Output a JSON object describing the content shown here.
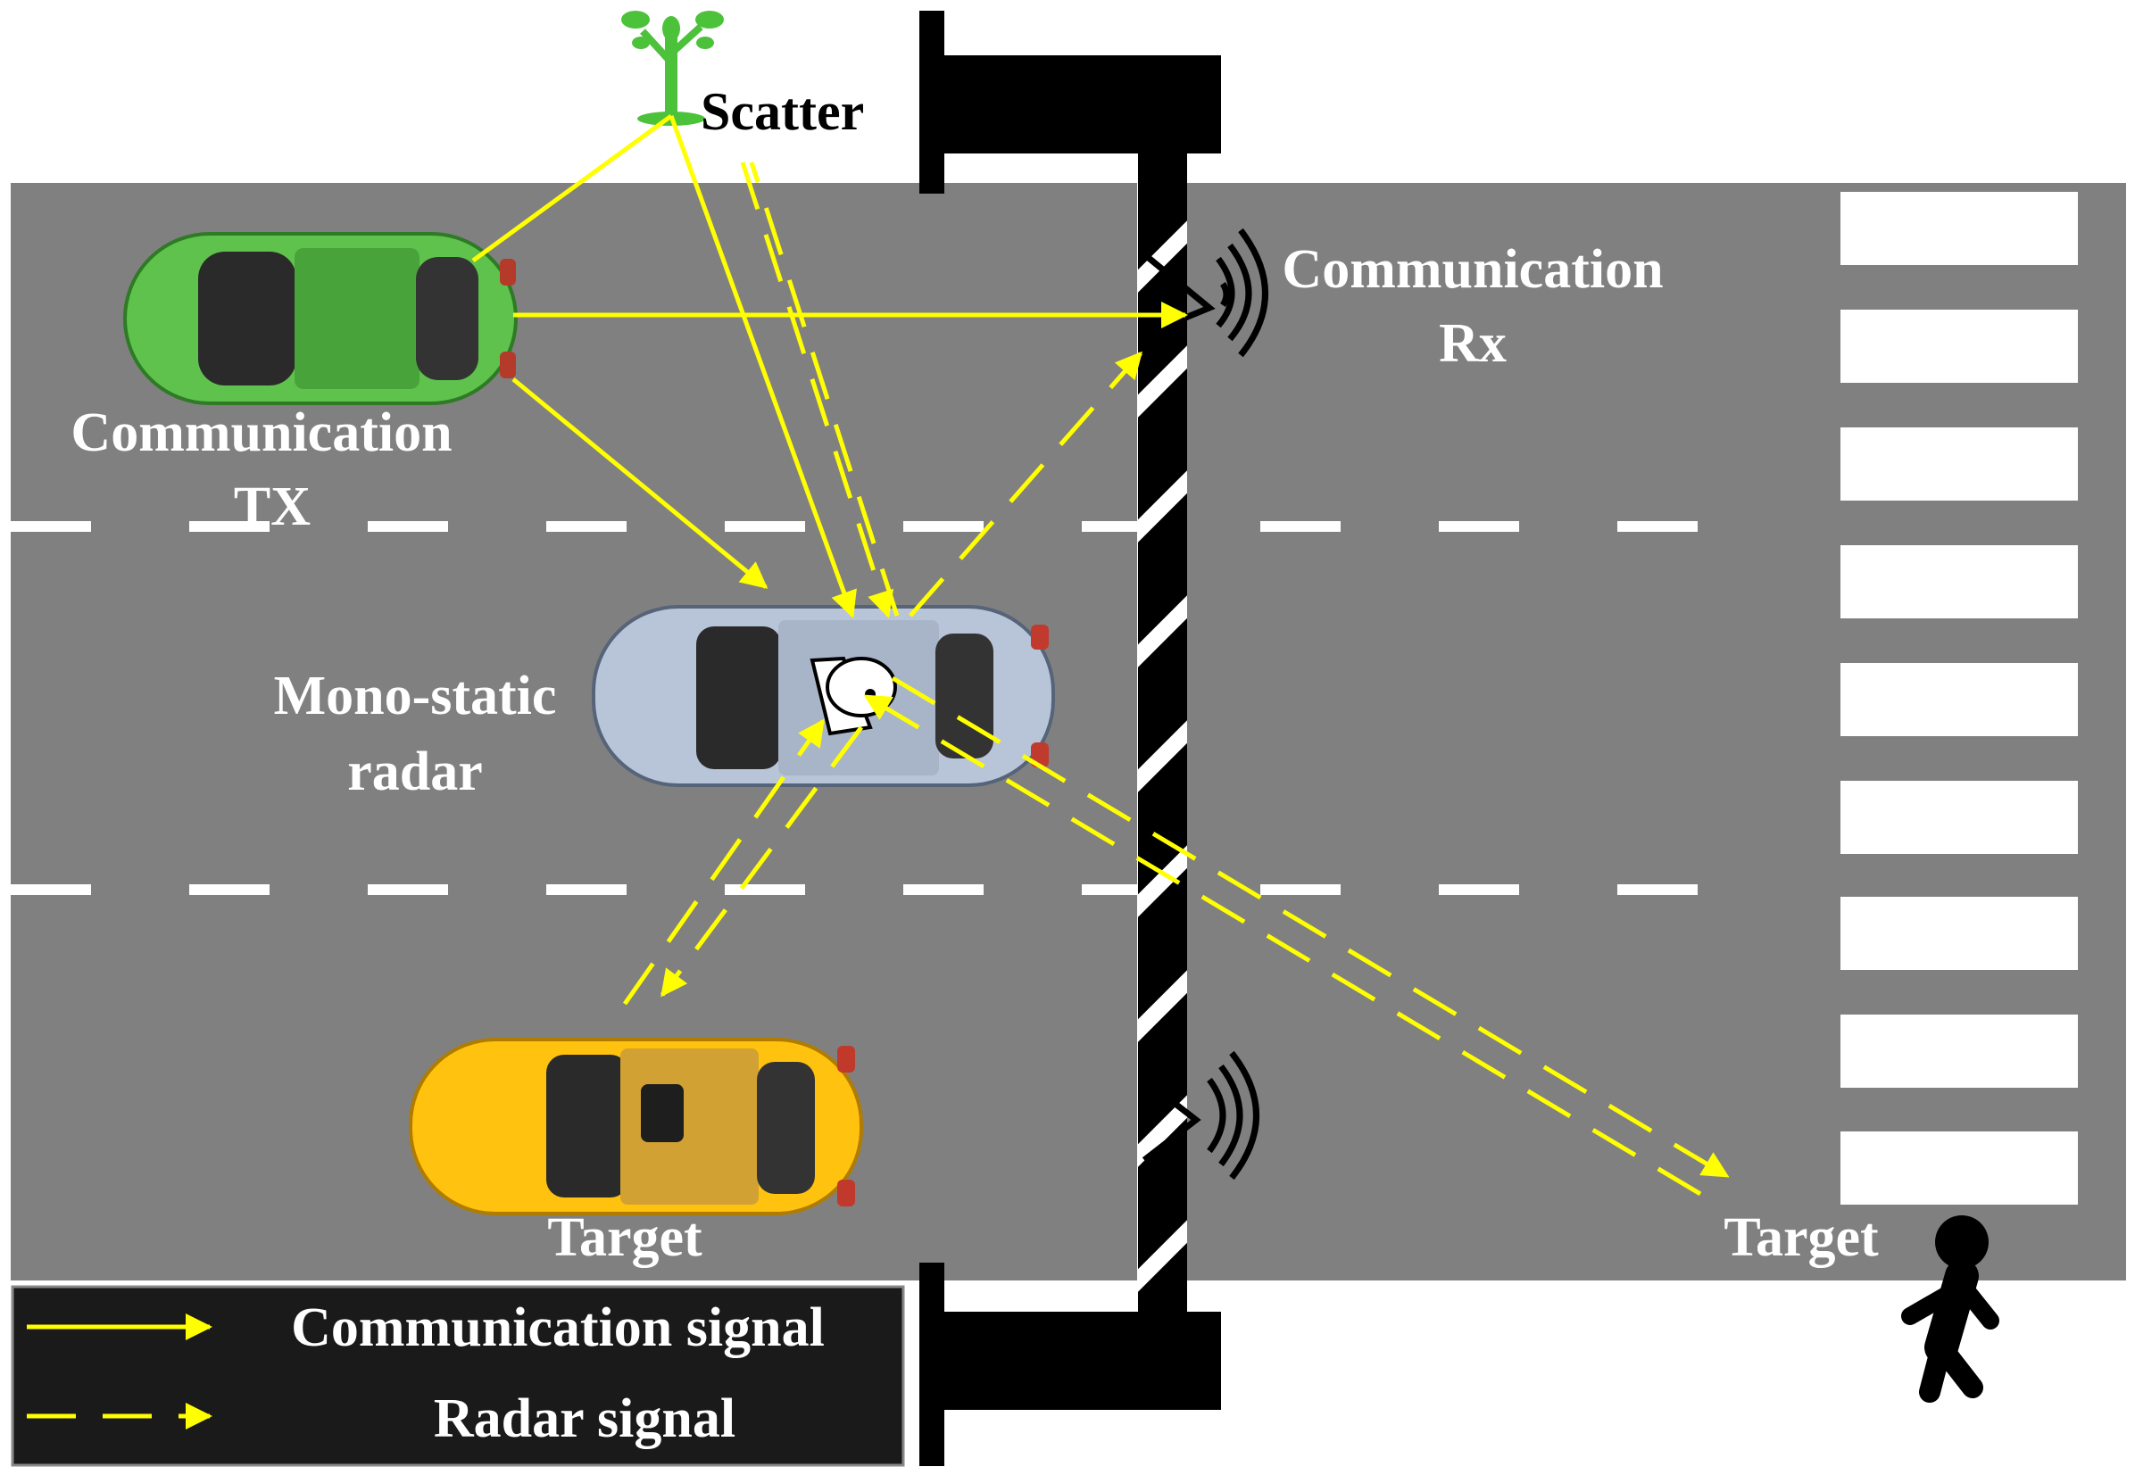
{
  "labels": {
    "scatter": "Scatter",
    "comm_rx_line1": "Communication",
    "comm_rx_line2": "Rx",
    "comm_tx_line1": "Communication",
    "comm_tx_line2": "TX",
    "radar_line1": "Mono-static",
    "radar_line2": "radar",
    "target_car": "Target",
    "target_pedestrian": "Target"
  },
  "legend": {
    "communication": "Communication signal",
    "radar": "Radar signal"
  },
  "colors": {
    "road": "#808080",
    "lane_marking": "#ffffff",
    "signal": "#ffff00",
    "legend_bg": "#1a1a1a",
    "barrier": "#000000",
    "tx_car": "#5ec24d",
    "radar_car": "#b8c4d8",
    "target_car": "#ffc20e",
    "tree": "#4cc23a"
  },
  "icons": [
    "tree-icon",
    "green-car-icon",
    "silver-car-icon",
    "yellow-car-icon",
    "antenna-icon",
    "radar-dish-icon",
    "pedestrian-icon"
  ]
}
